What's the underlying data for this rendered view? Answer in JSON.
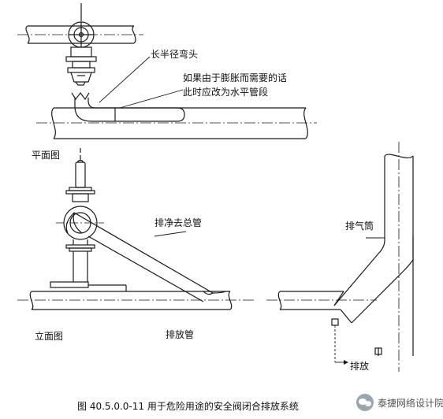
{
  "labels": {
    "long_radius_elbow": "长半径弯头",
    "note_line1": "如果由于膨胀而需要的话",
    "note_line2": "此时应改为水平管段",
    "plan_view": "平面图",
    "clean_header": "排净去总管",
    "elevation_view": "立面图",
    "discharge_pipe": "排放管",
    "vent_stack": "排气筒",
    "drain": "排放"
  },
  "caption": "图 40.5.0.0-11    用于危险用途的安全阀闭合排放系统",
  "watermark": {
    "text": "泰捷网络设计院",
    "icon": "wechat-icon"
  },
  "colors": {
    "line": "#1a1a1a",
    "text": "#111111"
  }
}
